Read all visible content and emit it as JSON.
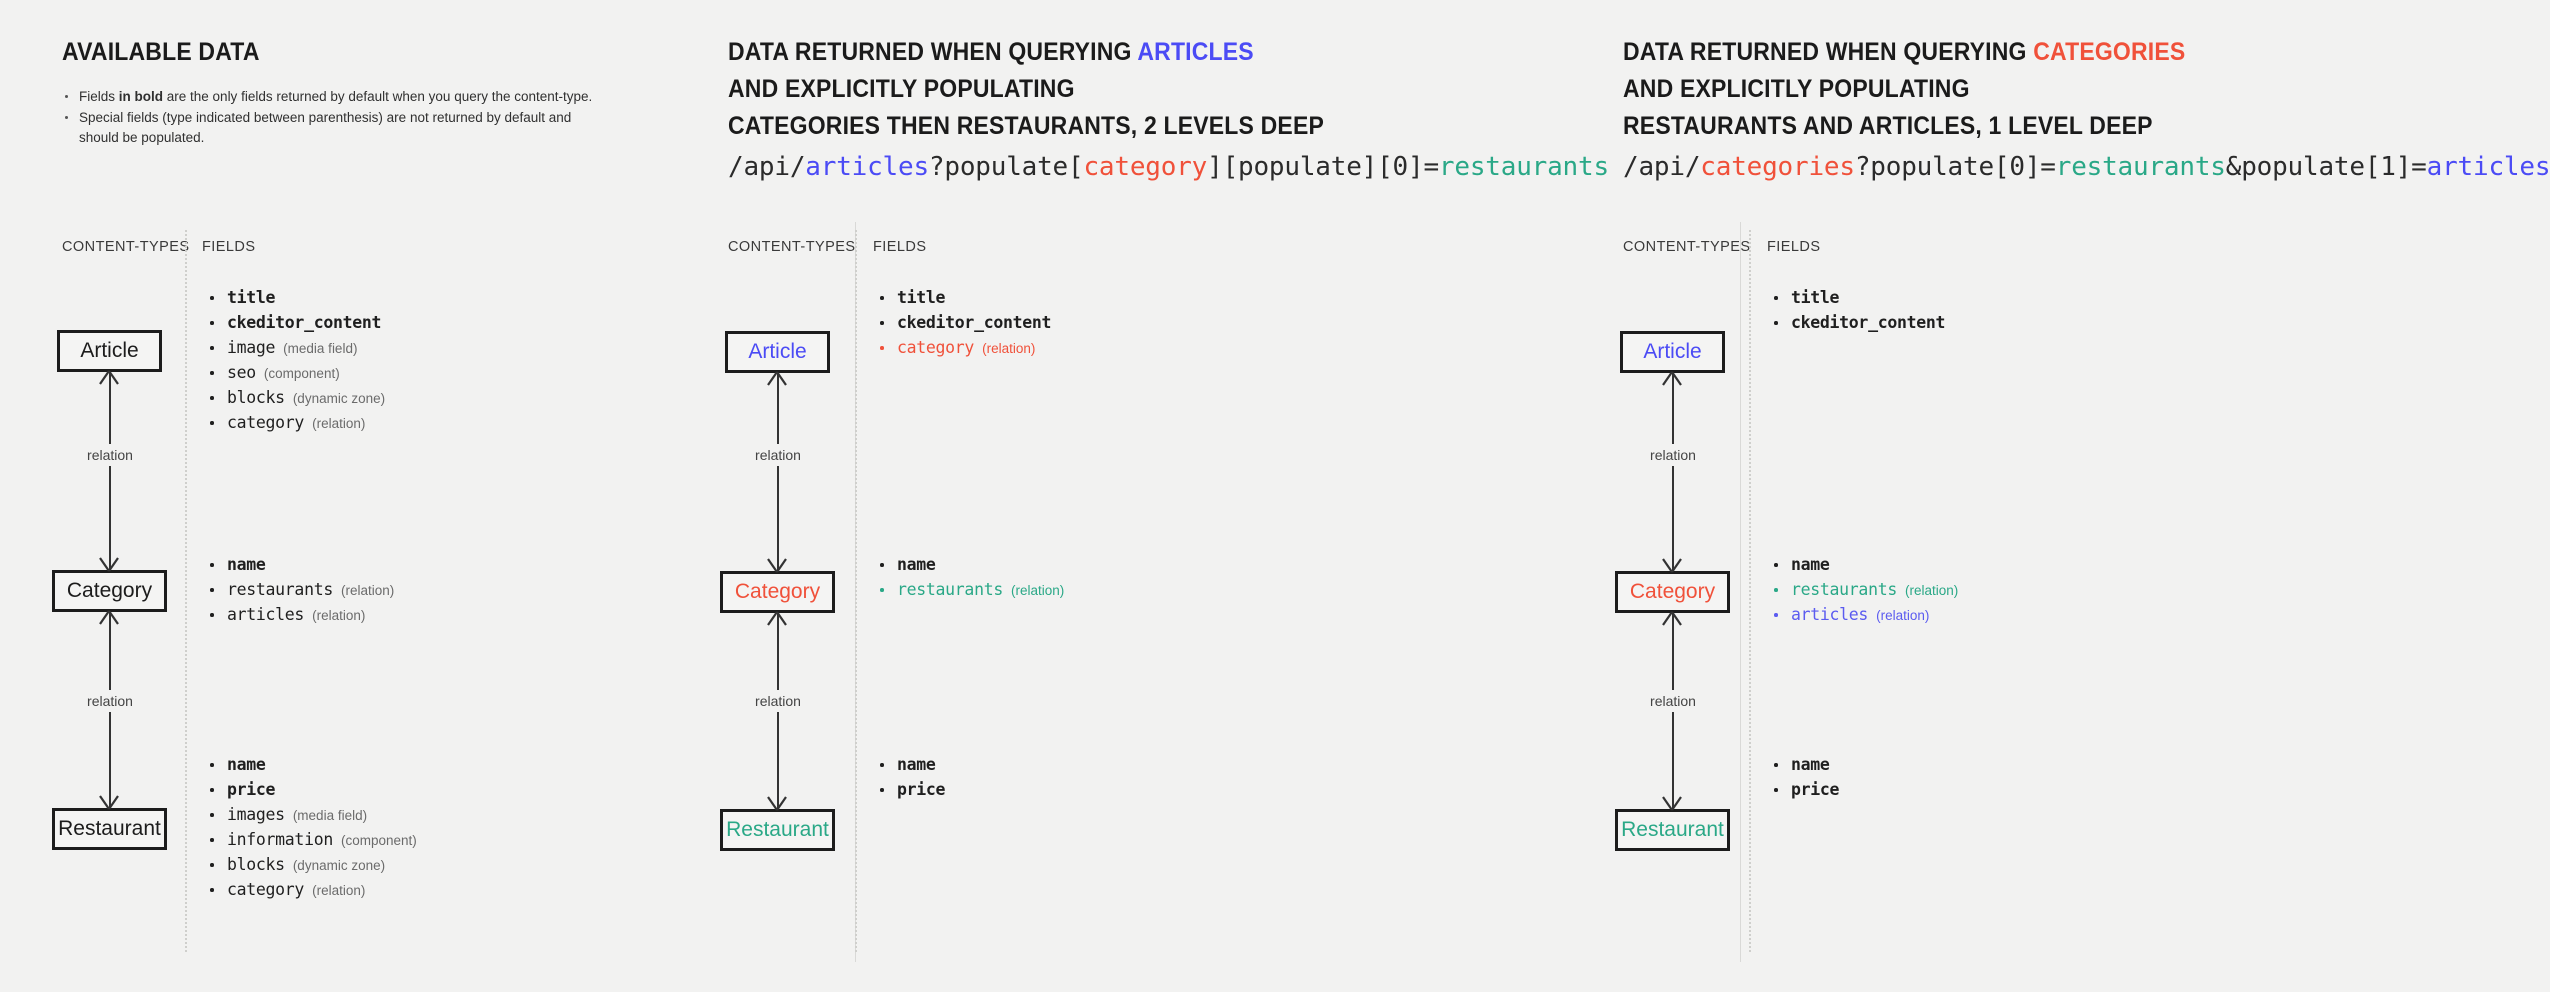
{
  "canvas": {
    "background": "#f2f2f1"
  },
  "colors": {
    "blue": "#4b4bf5",
    "red": "#f0513a",
    "teal": "#2aa887",
    "text": "#1f1f1f",
    "muted": "#6b6b6b"
  },
  "panels": [
    {
      "id": "available-data",
      "heading_lines": [
        "AVAILABLE DATA"
      ],
      "notes": [
        {
          "prefix": "Fields ",
          "bold": "in bold",
          "suffix": " are the only fields returned by default when you query the content-type."
        },
        {
          "prefix": "Special fields (type indicated between parenthesis) are not returned by default and should be populated.",
          "bold": "",
          "suffix": ""
        }
      ],
      "col_headers": {
        "content_types": "CONTENT-TYPES",
        "fields": "FIELDS"
      },
      "nodes": [
        {
          "label": "Article",
          "color": "default"
        },
        {
          "label": "Category",
          "color": "default"
        },
        {
          "label": "Restaurant",
          "color": "default"
        }
      ],
      "relations": [
        "relation",
        "relation"
      ],
      "field_groups": [
        [
          {
            "name": "title",
            "type": "",
            "bold": true,
            "color": "plain"
          },
          {
            "name": "ckeditor_content",
            "type": "",
            "bold": true,
            "color": "plain"
          },
          {
            "name": "image",
            "type": "(media field)",
            "bold": false,
            "color": "plain"
          },
          {
            "name": "seo",
            "type": "(component)",
            "bold": false,
            "color": "plain"
          },
          {
            "name": "blocks",
            "type": "(dynamic zone)",
            "bold": false,
            "color": "plain"
          },
          {
            "name": "category",
            "type": "(relation)",
            "bold": false,
            "color": "plain"
          }
        ],
        [
          {
            "name": "name",
            "type": "",
            "bold": true,
            "color": "plain"
          },
          {
            "name": "restaurants",
            "type": "(relation)",
            "bold": false,
            "color": "plain"
          },
          {
            "name": "articles",
            "type": "(relation)",
            "bold": false,
            "color": "plain"
          }
        ],
        [
          {
            "name": "name",
            "type": "",
            "bold": true,
            "color": "plain"
          },
          {
            "name": "price",
            "type": "",
            "bold": true,
            "color": "plain"
          },
          {
            "name": "images",
            "type": "(media field)",
            "bold": false,
            "color": "plain"
          },
          {
            "name": "information",
            "type": "(component)",
            "bold": false,
            "color": "plain"
          },
          {
            "name": "blocks",
            "type": "(dynamic zone)",
            "bold": false,
            "color": "plain"
          },
          {
            "name": "category",
            "type": "(relation)",
            "bold": false,
            "color": "plain"
          }
        ]
      ]
    },
    {
      "id": "query-articles",
      "heading_lines": [
        "DATA RETURNED WHEN QUERYING ARTICLES",
        "AND EXPLICITLY POPULATING",
        "CATEGORIES THEN RESTAURANTS, 2 LEVELS DEEP"
      ],
      "heading_highlight": {
        "word": "ARTICLES",
        "color": "blue"
      },
      "url_tokens": [
        {
          "text": "/api/",
          "color": "default"
        },
        {
          "text": "articles",
          "color": "blue"
        },
        {
          "text": "?populate[",
          "color": "default"
        },
        {
          "text": "category",
          "color": "red"
        },
        {
          "text": "][populate][0]=",
          "color": "default"
        },
        {
          "text": "restaurants",
          "color": "teal"
        }
      ],
      "url_plain": "/api/articles?populate[category][populate][0]=restaurants",
      "col_headers": {
        "content_types": "CONTENT-TYPES",
        "fields": "FIELDS"
      },
      "nodes": [
        {
          "label": "Article",
          "color": "blue"
        },
        {
          "label": "Category",
          "color": "red"
        },
        {
          "label": "Restaurant",
          "color": "teal"
        }
      ],
      "relations": [
        "relation",
        "relation"
      ],
      "field_groups": [
        [
          {
            "name": "title",
            "type": "",
            "bold": true,
            "color": "plain"
          },
          {
            "name": "ckeditor_content",
            "type": "",
            "bold": true,
            "color": "plain"
          },
          {
            "name": "category",
            "type": "(relation)",
            "bold": false,
            "color": "red"
          }
        ],
        [
          {
            "name": "name",
            "type": "",
            "bold": true,
            "color": "plain"
          },
          {
            "name": "restaurants",
            "type": "(relation)",
            "bold": false,
            "color": "teal"
          }
        ],
        [
          {
            "name": "name",
            "type": "",
            "bold": true,
            "color": "plain"
          },
          {
            "name": "price",
            "type": "",
            "bold": true,
            "color": "plain"
          }
        ]
      ]
    },
    {
      "id": "query-categories",
      "heading_lines": [
        "DATA RETURNED WHEN QUERYING CATEGORIES",
        "AND EXPLICITLY POPULATING",
        "RESTAURANTS AND ARTICLES, 1 LEVEL DEEP"
      ],
      "heading_highlight": {
        "word": "CATEGORIES",
        "color": "red"
      },
      "url_tokens": [
        {
          "text": "/api/",
          "color": "default"
        },
        {
          "text": "categories",
          "color": "red"
        },
        {
          "text": "?populate[0]=",
          "color": "default"
        },
        {
          "text": "restaurants",
          "color": "teal"
        },
        {
          "text": "&populate[1]=",
          "color": "default"
        },
        {
          "text": "articles",
          "color": "blue"
        }
      ],
      "url_plain": "/api/categories?populate[0]=restaurants&populate[1]=articles",
      "col_headers": {
        "content_types": "CONTENT-TYPES",
        "fields": "FIELDS"
      },
      "nodes": [
        {
          "label": "Article",
          "color": "blue"
        },
        {
          "label": "Category",
          "color": "red"
        },
        {
          "label": "Restaurant",
          "color": "teal"
        }
      ],
      "relations": [
        "relation",
        "relation"
      ],
      "field_groups": [
        [
          {
            "name": "title",
            "type": "",
            "bold": true,
            "color": "plain"
          },
          {
            "name": "ckeditor_content",
            "type": "",
            "bold": true,
            "color": "plain"
          }
        ],
        [
          {
            "name": "name",
            "type": "",
            "bold": true,
            "color": "plain"
          },
          {
            "name": "restaurants",
            "type": "(relation)",
            "bold": false,
            "color": "teal"
          },
          {
            "name": "articles",
            "type": "(relation)",
            "bold": false,
            "color": "blue"
          }
        ],
        [
          {
            "name": "name",
            "type": "",
            "bold": true,
            "color": "plain"
          },
          {
            "name": "price",
            "type": "",
            "bold": true,
            "color": "plain"
          }
        ]
      ]
    }
  ]
}
